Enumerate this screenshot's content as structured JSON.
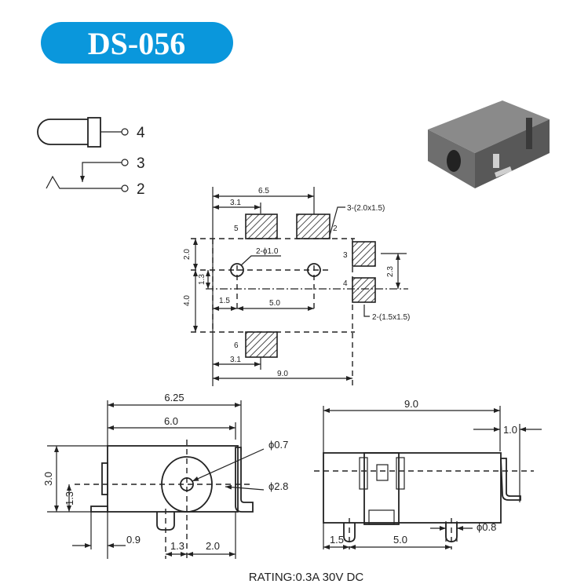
{
  "title": "DS-056",
  "colors": {
    "title_bg": "#0a97dc",
    "title_text": "#ffffff",
    "line": "#222222"
  },
  "schematic": {
    "pins": [
      "4",
      "3",
      "2"
    ]
  },
  "footprint": {
    "dim_6_5": "6.5",
    "dim_3_1_top": "3.1",
    "pad_note_large": "3-(2.0x1.5)",
    "pad_labels": {
      "p5": "5",
      "p2": "2",
      "p3": "3",
      "p4": "4",
      "p6": "6"
    },
    "hole_note": "2-ϕ1.0",
    "dim_2_0": "2.0",
    "dim_4_0": "4.0",
    "dim_1_3": "1.3",
    "dim_2_3": "2.3",
    "dim_1_5": "1.5",
    "dim_5_0": "5.0",
    "pad_note_small": "2-(1.5x1.5)",
    "dim_3_1_bottom": "3.1",
    "dim_9_0": "9.0"
  },
  "front_view": {
    "dim_6_25": "6.25",
    "dim_6_0": "6.0",
    "dim_3_0": "3.0",
    "dim_1_3": "1.3",
    "dim_0_9": "0.9",
    "dim_1_3b": "1.3",
    "dim_2_0": "2.0",
    "pin_dia": "ϕ0.7",
    "hole_dia": "ϕ2.8"
  },
  "side_view": {
    "dim_9_0": "9.0",
    "dim_1_0": "1.0",
    "dim_1_5": "1.5",
    "dim_5_0": "5.0",
    "pin_dia": "ϕ0.8"
  },
  "rating": "RATING:0.3A 30V DC"
}
